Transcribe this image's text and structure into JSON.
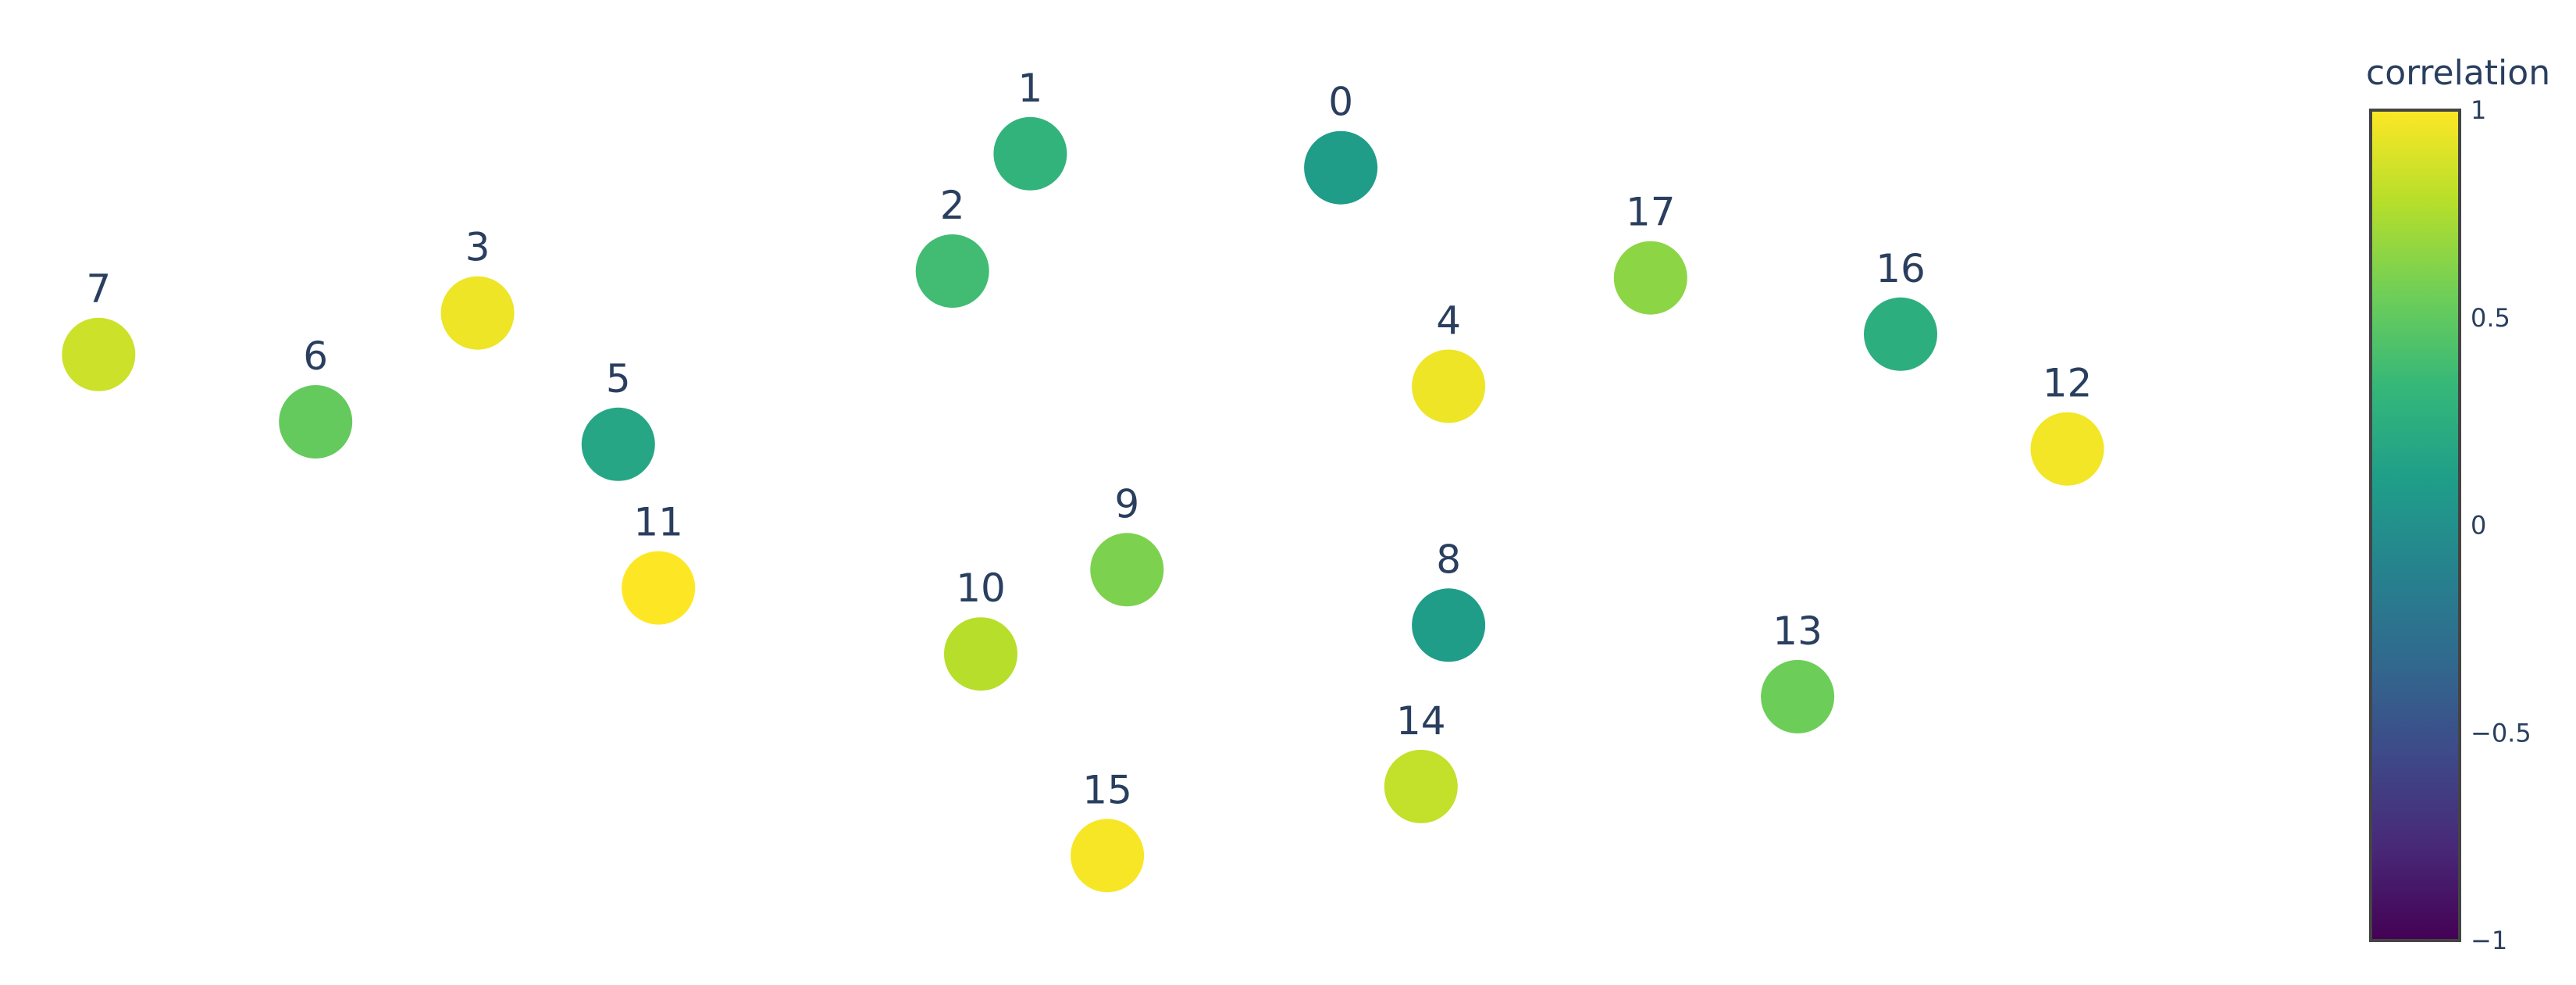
{
  "chart_data": {
    "type": "scatter",
    "points": [
      {
        "label": "0",
        "x": 0.0,
        "y": 0.877,
        "value": 0.1
      },
      {
        "label": "1",
        "x": -0.395,
        "y": 0.91,
        "value": 0.3
      },
      {
        "label": "2",
        "x": -0.494,
        "y": 0.633,
        "value": 0.38
      },
      {
        "label": "3",
        "x": -1.098,
        "y": 0.534,
        "value": 0.95
      },
      {
        "label": "4",
        "x": 0.137,
        "y": 0.361,
        "value": 0.95
      },
      {
        "label": "5",
        "x": -0.919,
        "y": 0.224,
        "value": 0.18
      },
      {
        "label": "6",
        "x": -1.304,
        "y": 0.277,
        "value": 0.52
      },
      {
        "label": "7",
        "x": -1.58,
        "y": 0.436,
        "value": 0.85
      },
      {
        "label": "8",
        "x": 0.137,
        "y": -0.203,
        "value": 0.1
      },
      {
        "label": "9",
        "x": -0.272,
        "y": -0.072,
        "value": 0.6
      },
      {
        "label": "10",
        "x": -0.458,
        "y": -0.271,
        "value": 0.78
      },
      {
        "label": "11",
        "x": -0.868,
        "y": -0.115,
        "value": 1.0
      },
      {
        "label": "12",
        "x": 0.924,
        "y": 0.213,
        "value": 0.97
      },
      {
        "label": "13",
        "x": 0.581,
        "y": -0.372,
        "value": 0.55
      },
      {
        "label": "14",
        "x": 0.102,
        "y": -0.584,
        "value": 0.82
      },
      {
        "label": "15",
        "x": -0.297,
        "y": -0.747,
        "value": 0.98
      },
      {
        "label": "16",
        "x": 0.712,
        "y": 0.484,
        "value": 0.25
      },
      {
        "label": "17",
        "x": 0.394,
        "y": 0.617,
        "value": 0.65
      }
    ],
    "xlim": [
      -1.62,
      1.0
    ],
    "ylim": [
      -0.8,
      1.0
    ],
    "grid": false,
    "colorbar": {
      "title": "correlation",
      "min": -1,
      "max": 1,
      "ticks": [
        {
          "value": 1,
          "label": "1"
        },
        {
          "value": 0.5,
          "label": "0.5"
        },
        {
          "value": 0,
          "label": "0"
        },
        {
          "value": -0.5,
          "label": "−0.5"
        },
        {
          "value": -1,
          "label": "−1"
        }
      ],
      "colorscale": "Viridis"
    }
  }
}
